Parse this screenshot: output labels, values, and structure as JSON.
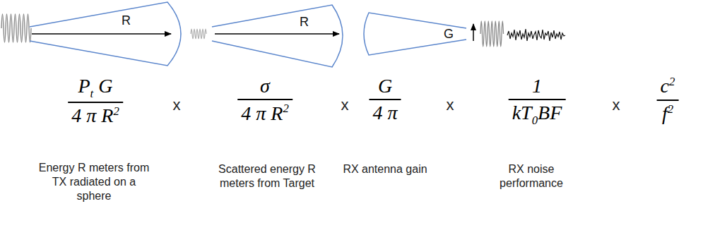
{
  "diagram": {
    "labels": [
      "R",
      "R",
      "G",
      "P",
      "t",
      "G",
      "4 π R",
      "2",
      "x",
      "σ",
      "4 π R",
      "2",
      "x",
      "G",
      "4 π",
      "x",
      "1",
      "kT",
      "0",
      "BF",
      "x",
      "c",
      "2",
      "f",
      "2",
      "Energy R meters from TX radiated on a sphere",
      "Scattered energy R meters from Target",
      "RX antenna gain",
      "RX noise performance"
    ]
  }
}
